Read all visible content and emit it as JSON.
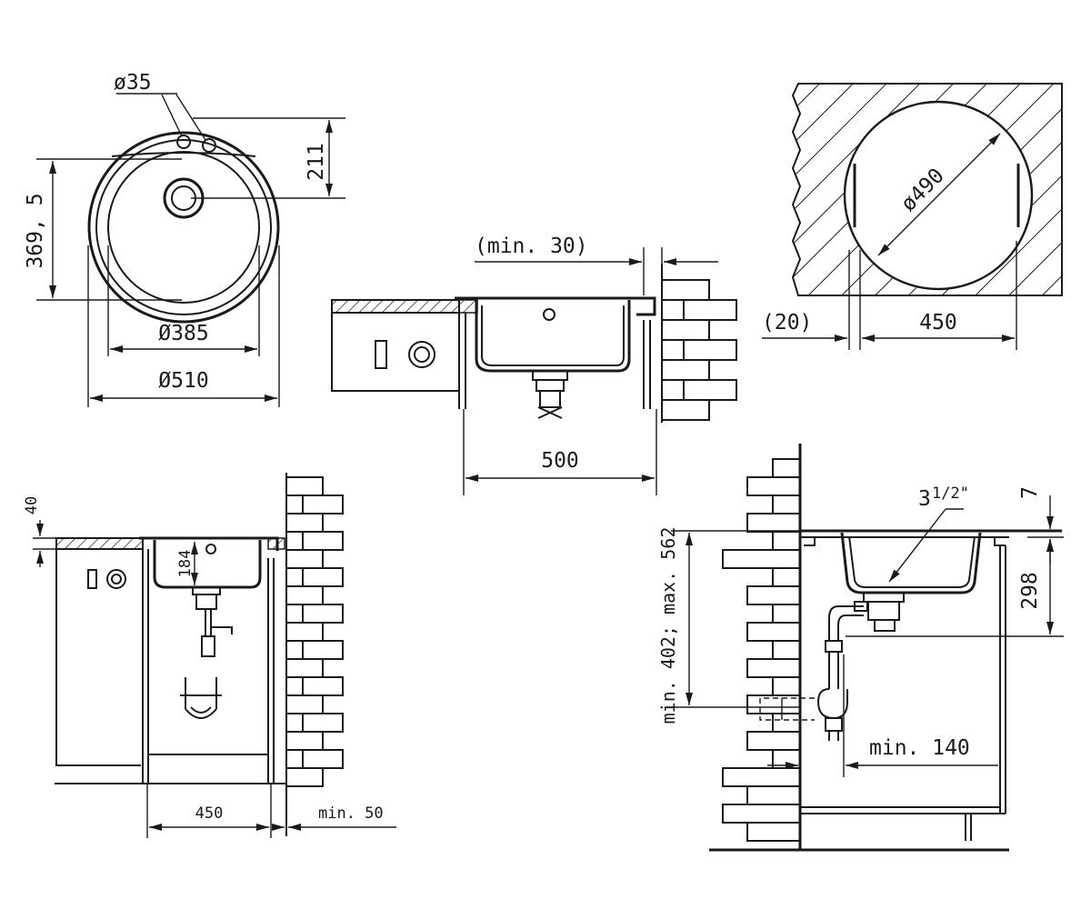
{
  "dimensions": {
    "tap_hole": "ø35",
    "height_211": "211",
    "height_369": "369, 5",
    "bowl_diameter": "Ø385",
    "outer_diameter": "Ø510",
    "min_30": "(min. 30)",
    "width_500": "500",
    "cutout_diameter": "ø490",
    "gap_20": "(20)",
    "width_450_top": "450",
    "depth_40": "40",
    "depth_184": "184",
    "cabinet_450": "450",
    "min_50": "min. 50",
    "drain_size_whole": "3",
    "drain_size_fraction": "1/2\"",
    "thickness_7": "7",
    "depth_298": "298",
    "drain_height": "min. 402; max. 562",
    "min_140": "min. 140"
  }
}
